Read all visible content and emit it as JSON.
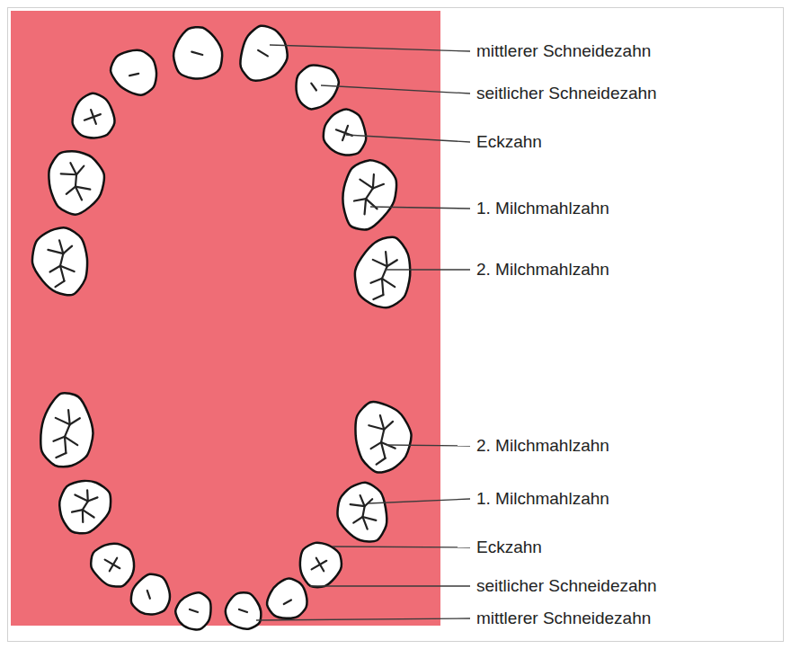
{
  "diagram": {
    "labels": [
      "mittlerer Schneidezahn",
      "seitlicher Schneidezahn",
      "Eckzahn",
      "1. Milchmahlzahn",
      "2. Milchmahlzahn",
      "2. Milchmahlzahn",
      "1. Milchmahlzahn",
      "Eckzahn",
      "seitlicher Schneidezahn",
      "mittlerer Schneidezahn"
    ]
  }
}
